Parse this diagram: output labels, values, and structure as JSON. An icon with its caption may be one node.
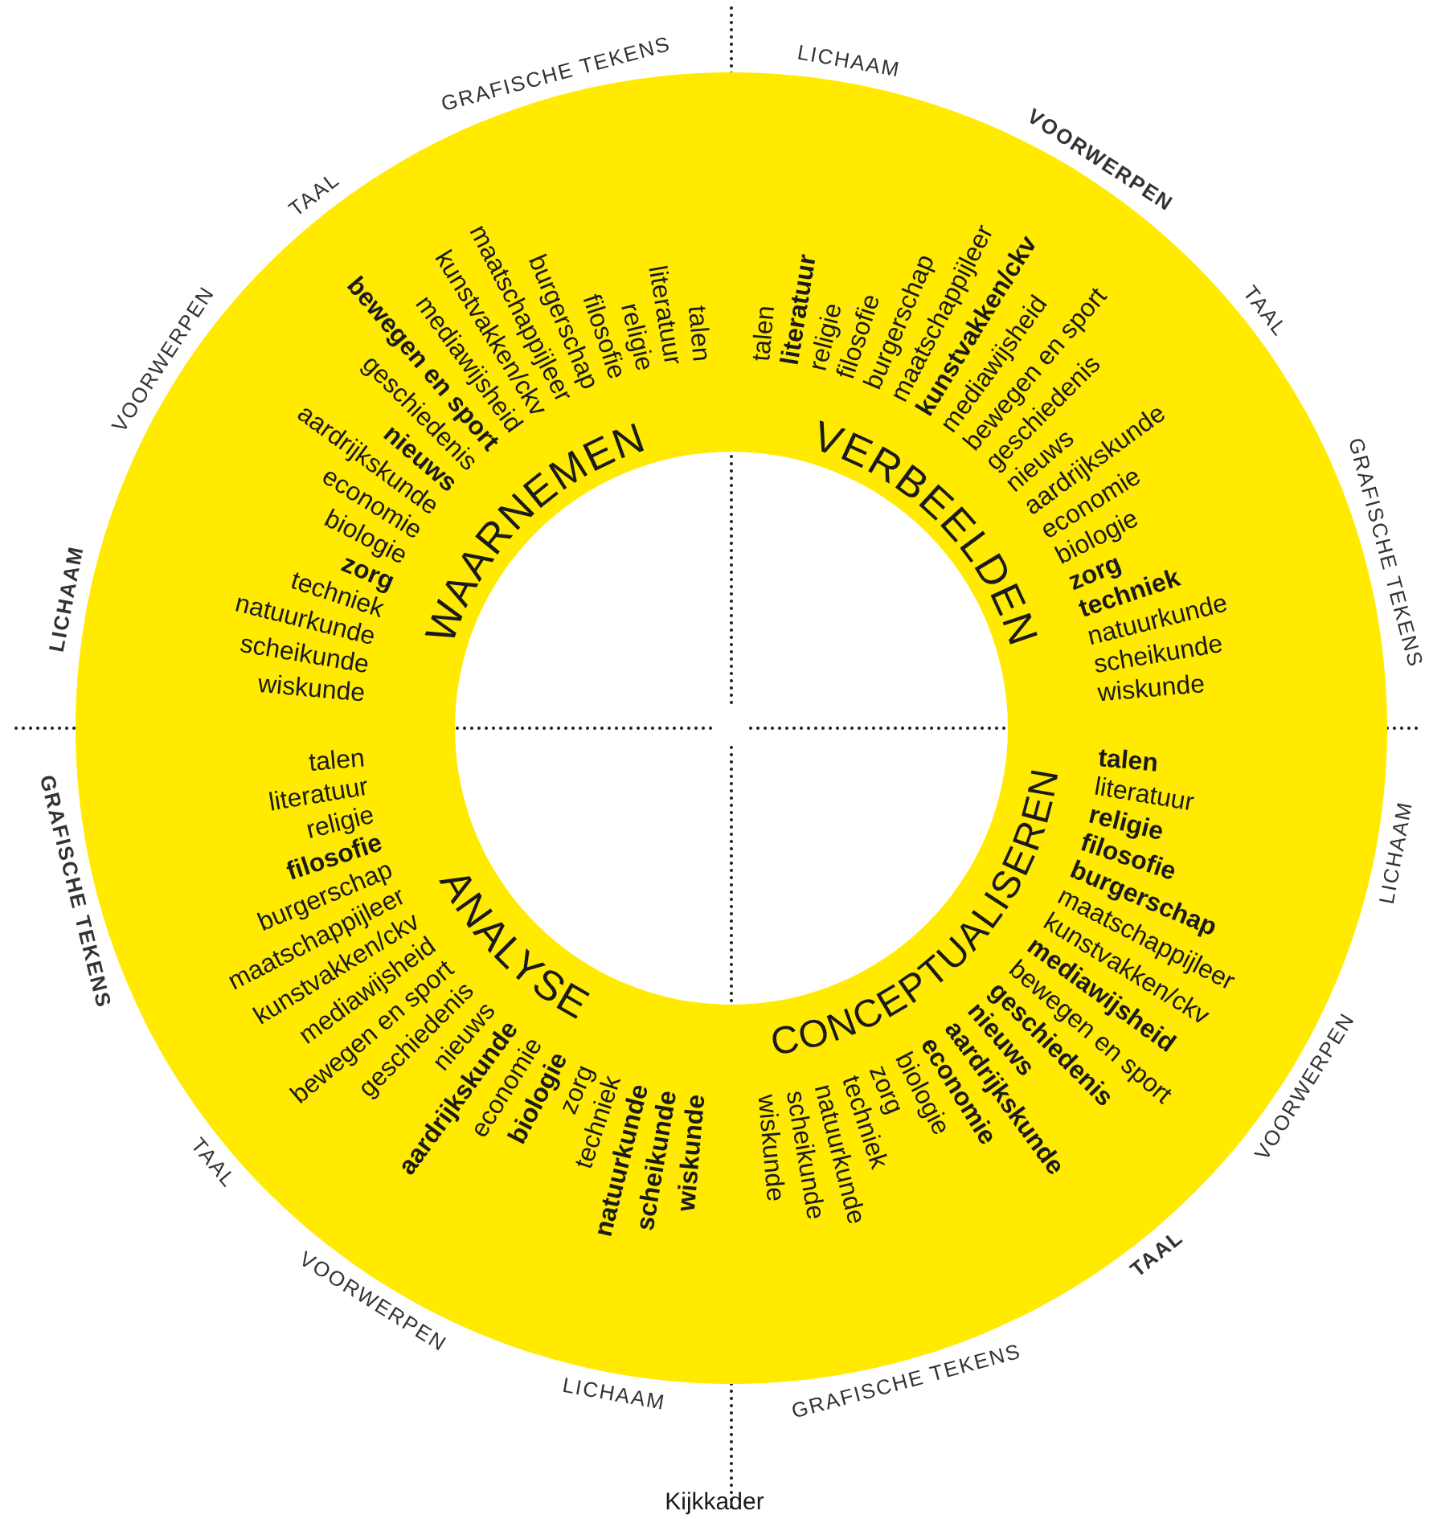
{
  "diagram": {
    "caption": "Kijkkader",
    "nodes": [
      {
        "text": [
          "WAARNEMEN",
          "talen",
          "literatuur",
          "religie",
          "filosofie",
          "burgerschap",
          "maatschappijleer",
          "kunstvakken/ckv",
          "mediawijsheid",
          "**bewegen en sport**",
          "geschiedenis",
          "**nieuws**",
          "aardrijkskunde",
          "economie",
          "biologie",
          "**zorg**",
          "techniek",
          "natuurkunde",
          "scheikunde",
          "wiskunde"
        ]
      },
      {
        "text": [
          "VERBEELDEN",
          "talen",
          "**literatuur**",
          "religie",
          "filosofie",
          "burgerschap",
          "maatschappijleer",
          "**kunstvakken/ckv**",
          "mediawijsheid",
          "bewegen en sport",
          "geschiedenis",
          "nieuws",
          "aardrijkskunde",
          "economie",
          "biologie",
          "**zorg**",
          "**techniek**",
          "natuurkunde",
          "scheikunde",
          "wiskunde"
        ]
      },
      {
        "text": [
          "ANALYSE",
          "talen",
          "literatuur",
          "religie",
          "**filosofie**",
          "burgerschap",
          "maatschappijleer",
          "kunstvakken/ckv",
          "mediawijsheid",
          "bewegen en sport",
          "geschiedenis",
          "nieuws",
          "**aardrijkskunde**",
          "economie",
          "**biologie**",
          "zorg",
          "techniek",
          "**natuurkunde**",
          "**scheikunde**",
          "**wiskunde**"
        ]
      },
      {
        "text": [
          "CONCEPTUALISEREN",
          "**talen**",
          "literatuur",
          "**religie**",
          "**filosofie**",
          "**burgerschap**",
          "maatschappijleer",
          "kunstvakken/ckv",
          "**mediawijsheid**",
          "bewegen en sport",
          "**geschiedenis**",
          "**nieuws**",
          "**aardrijkskunde**",
          "**economie**",
          "biologie",
          "zorg",
          "techniek",
          "natuurkunde",
          "scheikunde",
          "wiskunde"
        ]
      }
    ],
    "labels": [
      "GRAFISCHE TEKENS",
      "TAAL",
      "VOORWERPEN",
      "**LICHAAM**",
      "LICHAAM",
      "**VOORWERPEN**",
      "TAAL",
      "GRAFISCHE TEKENS",
      "LICHAAM",
      "VOORWERPEN",
      "**TAAL**",
      "GRAFISCHE TEKENS",
      "LICHAAM",
      "VOORWERPEN",
      "TAAL",
      "**GRAFISCHE TEKENS**"
    ]
  }
}
